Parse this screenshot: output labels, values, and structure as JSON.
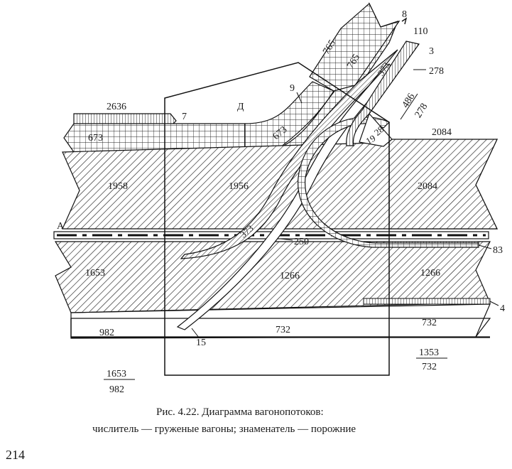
{
  "diagram": {
    "labels": {
      "n765_outer": "765",
      "n765_inner": "765",
      "n8": "8",
      "n110": "110",
      "n3": "3",
      "n278": "278",
      "n373_top": "373",
      "n9": "9",
      "n_D": "Д",
      "n2636": "2636",
      "n7": "7",
      "n673_left": "673",
      "n673_mid": "673",
      "frac_486": "486",
      "frac_278": "278",
      "n28": "28",
      "n19": "19",
      "n2084_top": "2084",
      "n1958": "1958",
      "n1956": "1956",
      "n2084_band": "2084",
      "n_A": "А",
      "n373_low": "373",
      "n250": "250",
      "n83": "83",
      "n1653_band": "1653",
      "n1266_mid": "1266",
      "n1266_right": "1266",
      "n4": "4",
      "n982": "982",
      "n732_mid": "732",
      "n732_right": "732",
      "n15": "15",
      "frac_1353": "1353",
      "frac_732": "732",
      "frac_1653": "1653",
      "frac_982": "982"
    },
    "caption_line1": "Рис. 4.22. Диаграмма вагонопотоков:",
    "caption_line2": "числитель — груженые вагоны; знаменатель — порожние",
    "page_number": "214"
  }
}
